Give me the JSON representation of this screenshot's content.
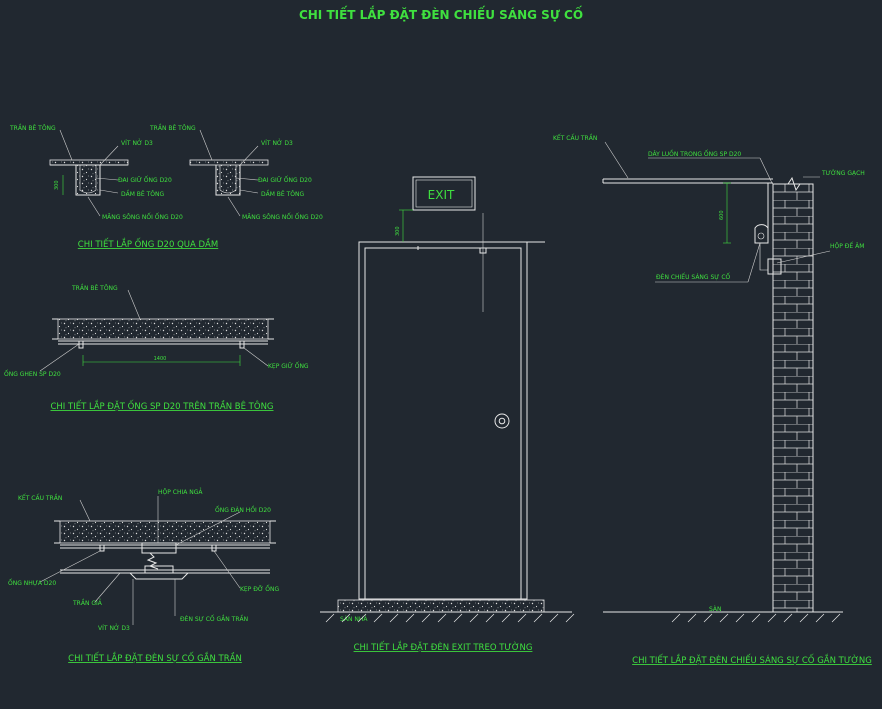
{
  "title": "CHI TIẾT LẮP ĐẶT ĐÈN CHIẾU SÁNG SỰ CỐ",
  "detail_beam": {
    "caption": "CHI TIẾT LẮP ỐNG D20 QUA DẦM",
    "label_slab": "TRẦN BÊ TÔNG",
    "label_screw": "VÍT NỞ D3",
    "label_clamp": "ĐAI GIỮ ỐNG D20",
    "label_beam": "DẦM BÊ TÔNG",
    "label_conduit": "MĂNG SÔNG NỐI ỐNG D20",
    "dim": "300"
  },
  "detail_slab": {
    "caption": "CHI TIẾT LẮP ĐẶT ỐNG SP D20 TRÊN TRẦN BÊ TÔNG",
    "label_slab": "TRẦN BÊ TÔNG",
    "label_pipe": "ỐNG GHEN SP D20",
    "label_clip": "KẸP GIỮ ỐNG",
    "dim": "1400"
  },
  "detail_ceiling": {
    "caption": "CHI TIẾT LẮP ĐẶT ĐÈN SỰ CỐ GẮN TRẦN",
    "label_structure": "KẾT CẤU TRẦN",
    "label_box": "HỘP CHIA NGẢ",
    "label_flex": "ỐNG ĐÀN HỒI D20",
    "label_pvc": "ỐNG NHỰA D20",
    "label_false": "TRẦN GIẢ",
    "label_clamp": "KẸP ĐỠ ỐNG",
    "label_screw": "VÍT NỞ D3",
    "label_lamp": "ĐÈN SỰ CỐ GẮN TRẦN"
  },
  "detail_exit": {
    "caption": "CHI TIẾT LẮP ĐẶT ĐÈN EXIT TREO TƯỜNG",
    "sign": "EXIT",
    "dim": "300",
    "label_floor": "SÀN NHÀ"
  },
  "detail_wall": {
    "caption": "CHI TIẾT LẮP ĐẶT ĐÈN CHIẾU SÁNG SỰ CỐ GẮN TƯỜNG",
    "label_structure": "KẾT CẤU TRẦN",
    "label_wire": "DÂY LUỒN TRONG ỐNG SP D20",
    "label_wall": "TƯỜNG GẠCH",
    "label_box": "HỘP ĐẾ ÂM",
    "label_lamp": "ĐÈN CHIẾU SÁNG SỰ CỐ",
    "label_floor": "SÀN",
    "dim": "600"
  },
  "colors": {
    "background": "#212830",
    "annotation": "#3fe03f",
    "linework": "#e8e8e8"
  }
}
